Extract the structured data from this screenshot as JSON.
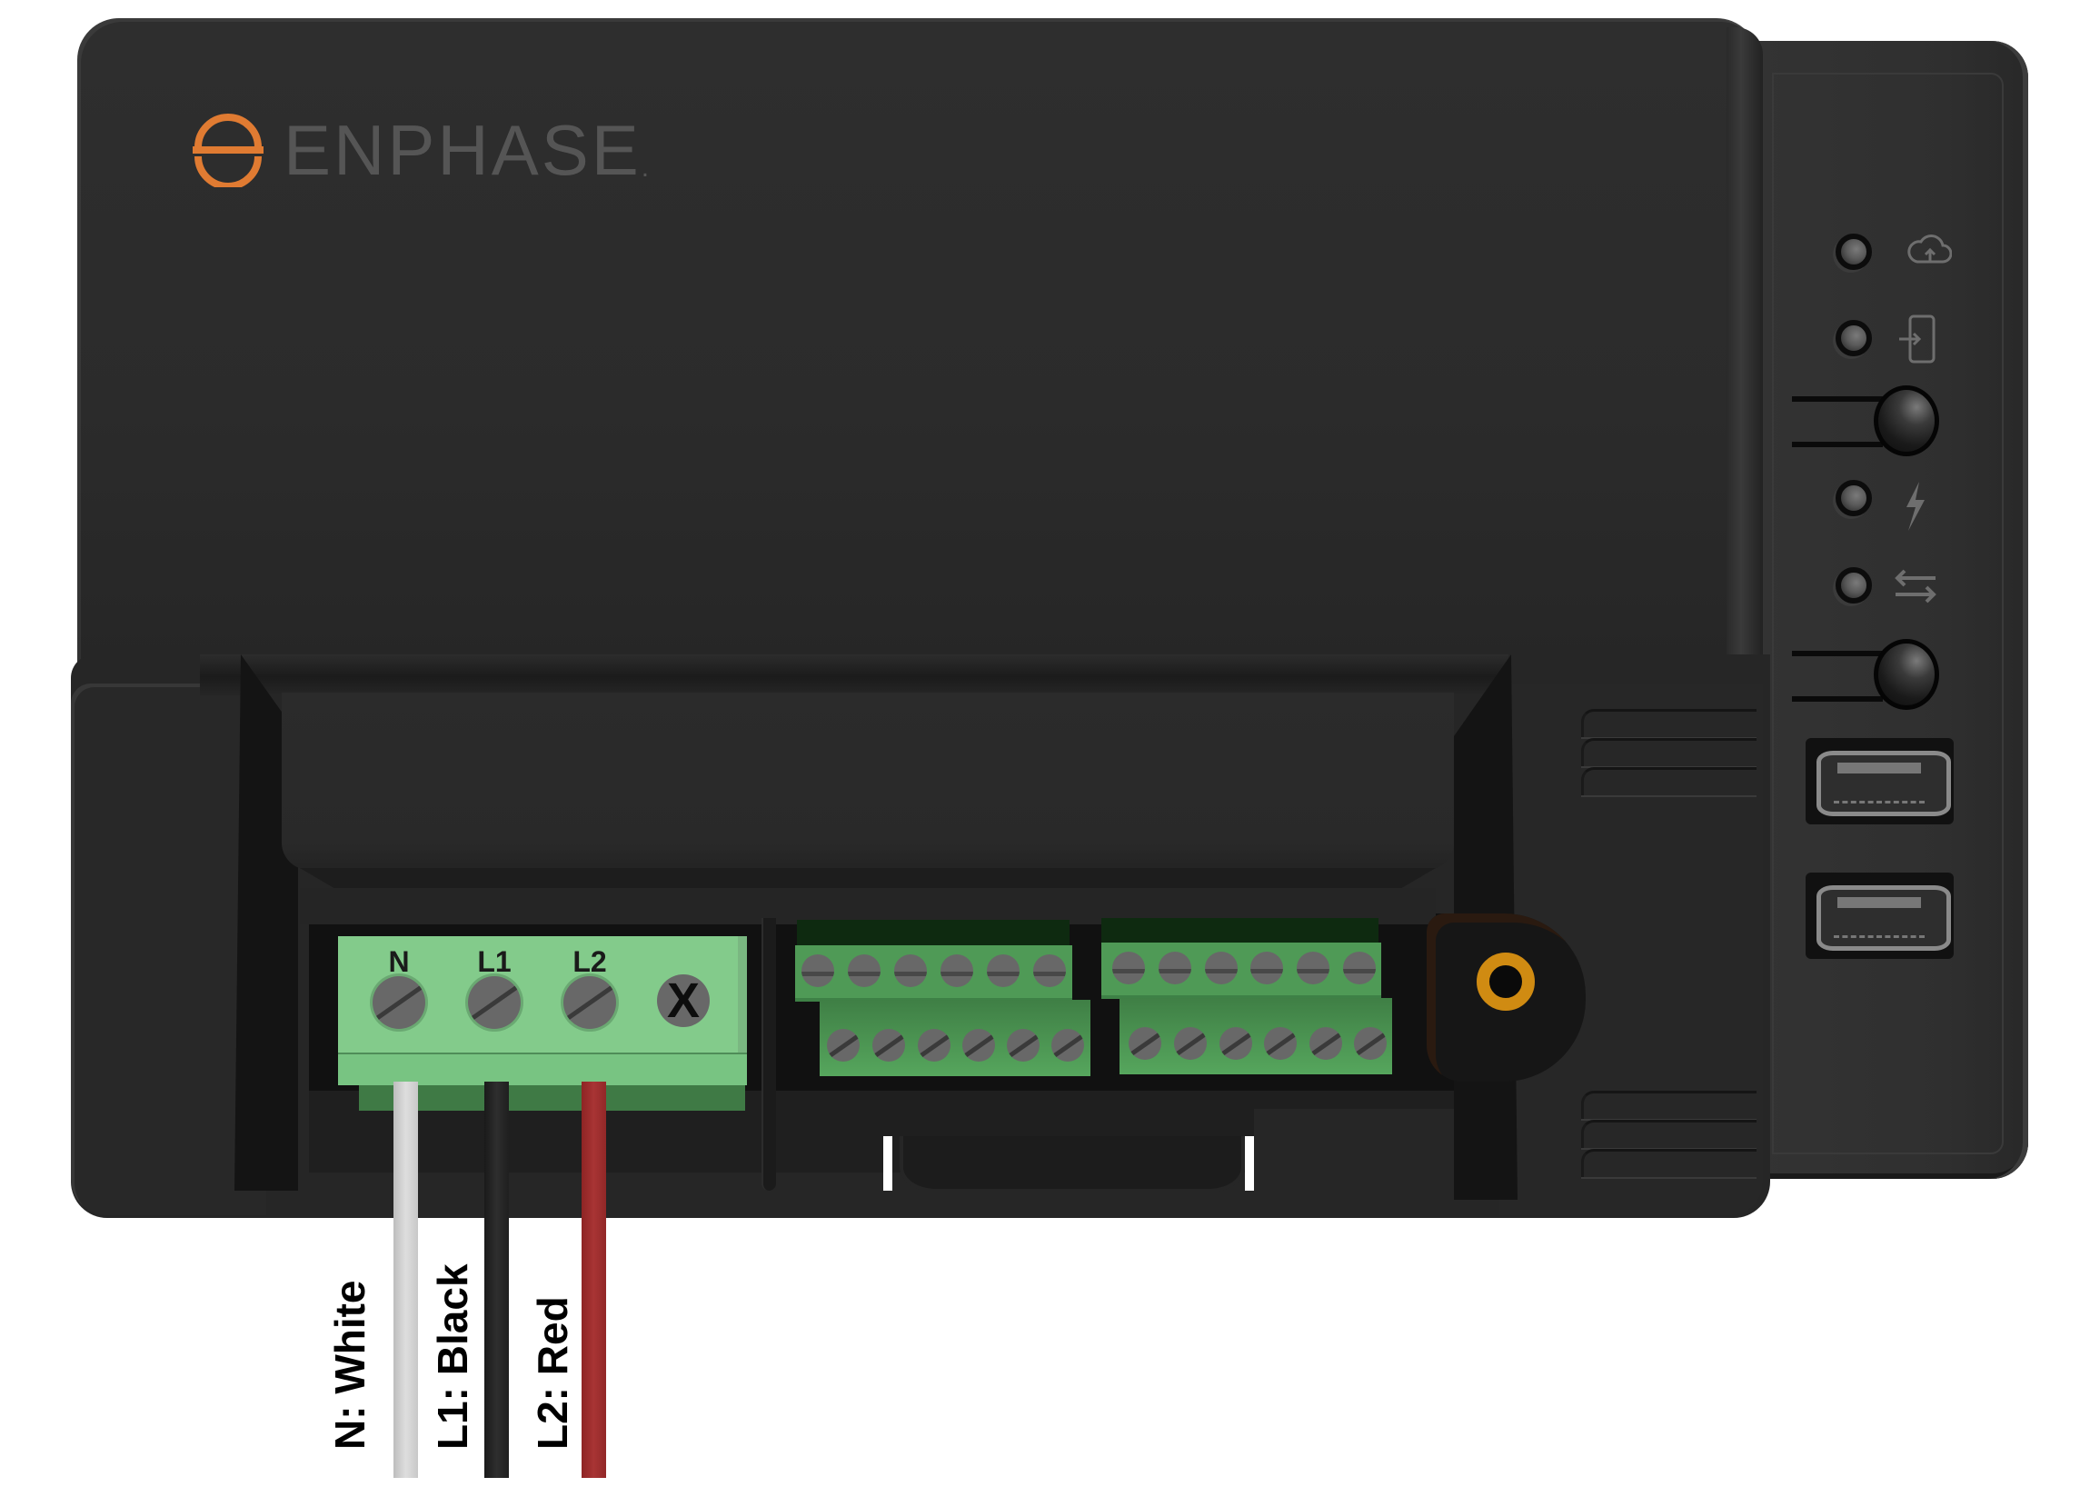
{
  "device": {
    "brand": "ENPHASE",
    "brand_suffix": ".",
    "brand_color": "#e07b32",
    "body_color": "#2b2b2b",
    "terminal_color": "#83cb8b"
  },
  "status_leds": [
    {
      "icon": "cloud-upload-icon",
      "meaning": "cloud"
    },
    {
      "icon": "phone-connect-icon",
      "meaning": "app-connection"
    },
    {
      "icon": "lightning-icon",
      "meaning": "production"
    },
    {
      "icon": "bidirectional-arrows-icon",
      "meaning": "communication"
    }
  ],
  "buttons": [
    {
      "name": "button-upper"
    },
    {
      "name": "button-lower"
    }
  ],
  "usb_ports": [
    {
      "name": "usb-port-1"
    },
    {
      "name": "usb-port-2"
    }
  ],
  "power_terminal": {
    "labels": [
      "N",
      "L1",
      "L2"
    ],
    "unused_mark": "X"
  },
  "comm_terminals": {
    "blocks": 2,
    "screws_per_row": 6,
    "rows": 2
  },
  "antenna": {
    "ring_color": "#d08b12"
  },
  "wires": [
    {
      "label": "N: White",
      "color": "#d6d6d6"
    },
    {
      "label": "L1: Black",
      "color": "#262626"
    },
    {
      "label": "L2: Red",
      "color": "#a12e2e"
    }
  ]
}
